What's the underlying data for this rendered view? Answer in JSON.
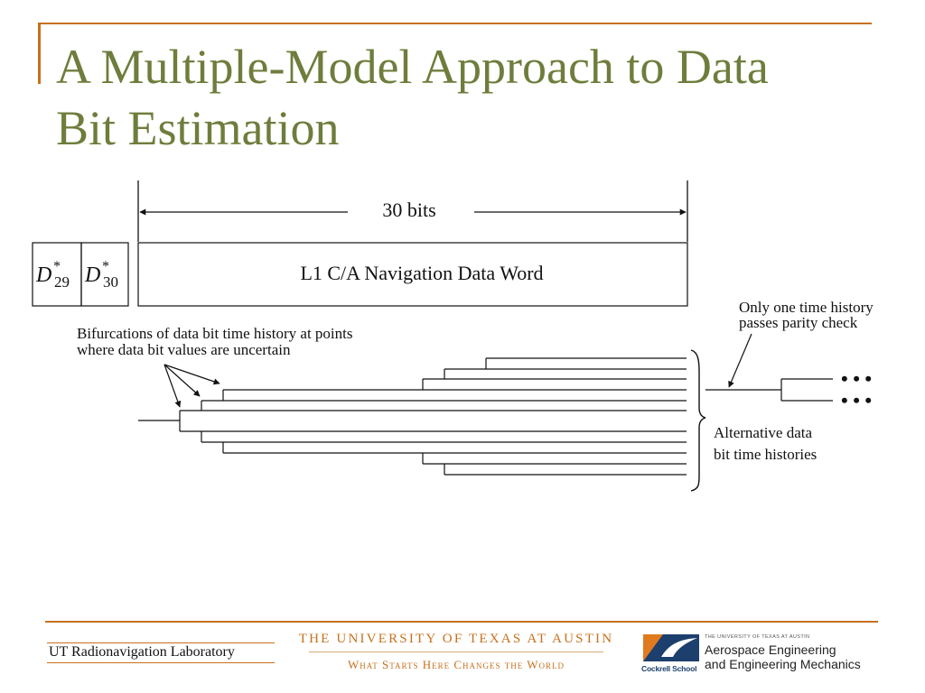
{
  "colors": {
    "accent": "#c8701c",
    "title": "#6e7d3c"
  },
  "slide": {
    "title_line1": "A Multiple-Model Approach to Data",
    "title_line2": "Bit Estimation"
  },
  "diagram": {
    "span_label": "30 bits",
    "word_label": "L1 C/A Navigation Data Word",
    "parity_bits": [
      {
        "symbol": "D",
        "superscript": "*",
        "subscript": "29"
      },
      {
        "symbol": "D",
        "superscript": "*",
        "subscript": "30"
      }
    ],
    "bifurcation_label_line1": "Bifurcations of data bit time history at points",
    "bifurcation_label_line2": "where data bit values are uncertain",
    "parity_pass_line1": "Only one time history",
    "parity_pass_line2": "passes parity check",
    "alternatives_line1": "Alternative data",
    "alternatives_line2": "bit time histories",
    "continuation_marks": [
      "• • •",
      "• • •"
    ]
  },
  "footer": {
    "lab": "UT Radionavigation Laboratory",
    "university": "THE UNIVERSITY OF TEXAS AT AUSTIN",
    "tagline": "What Starts Here Changes the World",
    "school_logo_label": "Cockrell School",
    "dept_header": "THE UNIVERSITY OF TEXAS AT AUSTIN",
    "dept_line1": "Aerospace Engineering",
    "dept_line2": "and Engineering Mechanics"
  }
}
